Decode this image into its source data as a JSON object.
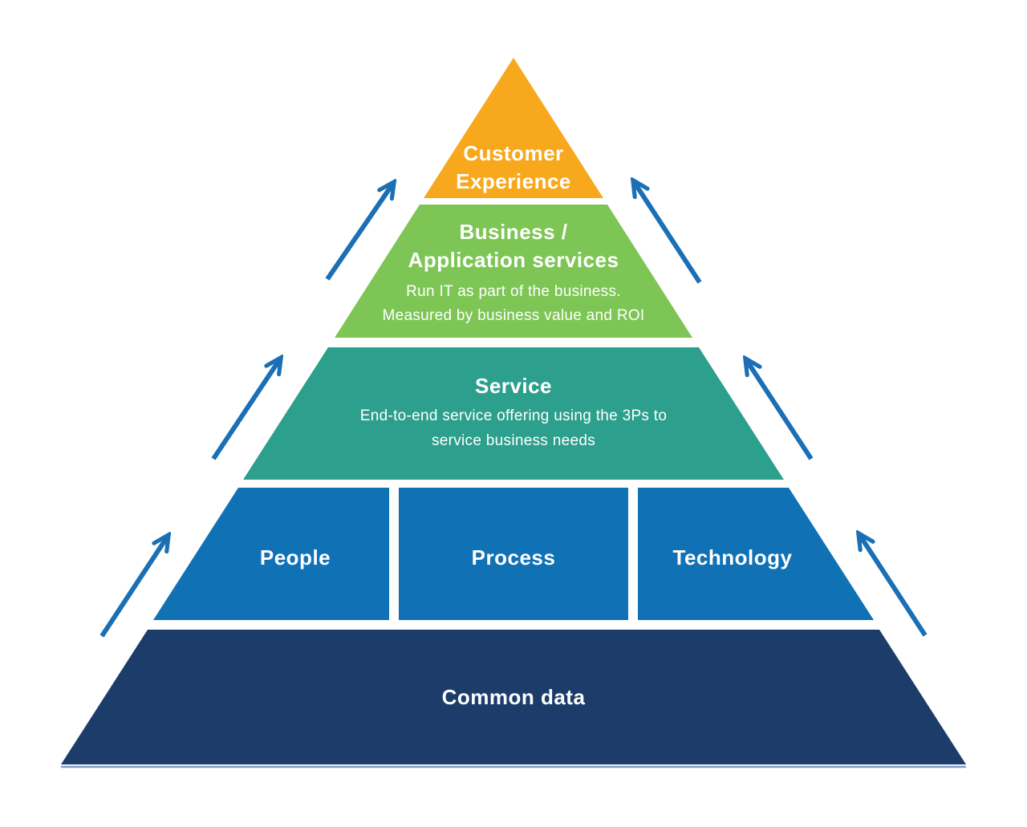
{
  "diagram": {
    "name": "it-service-pyramid",
    "background_color": "#FFFFFF",
    "text_color": "#FFFFFF",
    "base_line_color": "#7B9DC6",
    "arrows": {
      "color": "#1A6FB5",
      "direction": "up",
      "items": [
        "up-arrow-left-top",
        "up-arrow-left-middle",
        "up-arrow-left-bottom",
        "up-arrow-right-top",
        "up-arrow-right-middle",
        "up-arrow-right-bottom"
      ]
    },
    "levels": [
      {
        "name": "customer-experience",
        "color": "#F8A81C",
        "title_lines": [
          "Customer",
          "Experience"
        ]
      },
      {
        "name": "business-application-services",
        "color": "#7DC655",
        "title_lines": [
          "Business /",
          "Application services"
        ],
        "subtitle_lines": [
          "Run IT as part of the business.",
          "Measured by business value and ROI"
        ]
      },
      {
        "name": "service",
        "color": "#2CA08C",
        "title_lines": [
          "Service"
        ],
        "subtitle_lines": [
          "End-to-end service offering using the 3Ps to",
          "service business needs"
        ]
      },
      {
        "name": "three-ps",
        "color": "#1171B5",
        "segments": [
          "People",
          "Process",
          "Technology"
        ]
      },
      {
        "name": "common-data",
        "color": "#1C3D6A",
        "title_lines": [
          "Common data"
        ]
      }
    ]
  }
}
